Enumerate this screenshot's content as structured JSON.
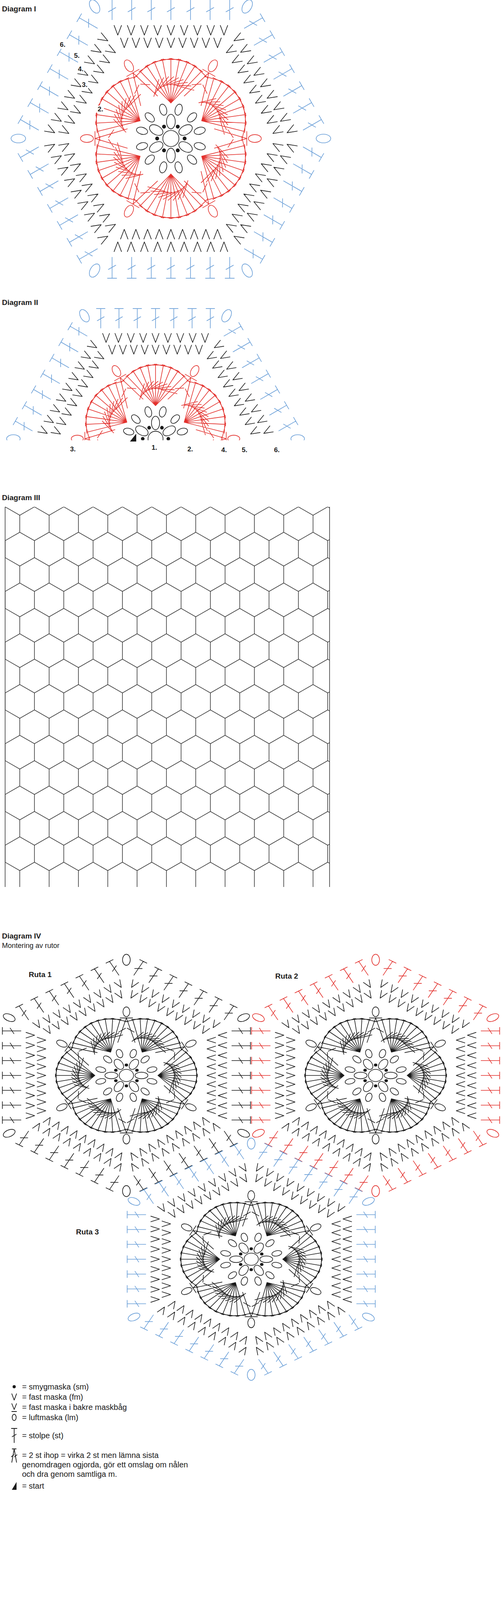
{
  "diagram": {
    "labels": [
      "Diagram I",
      "6.",
      "5.",
      "4.",
      "3.",
      "2.",
      "Diagram II",
      "1.",
      "2.",
      "3.",
      "4.",
      "5.",
      "6.",
      "Diagram III",
      "Diagram IV",
      "Montering av rutor",
      "Ruta 1",
      "Ruta 2",
      "Ruta 3"
    ],
    "legend": [
      {
        "text": "= smygmaska (sm)"
      },
      {
        "text": "= fast maska (fm)"
      },
      {
        "text": "= fast maska i bakre maskbåg"
      },
      {
        "text": "= luftmaska (lm)"
      },
      {
        "text": "= stolpe (st)"
      },
      {
        "text": "= 2 st ihop = virka 2 st men lämna sista genomdragen ogjorda, gör ett omslag om nålen och dra genom samtliga m."
      },
      {
        "text": "= start"
      }
    ]
  }
}
